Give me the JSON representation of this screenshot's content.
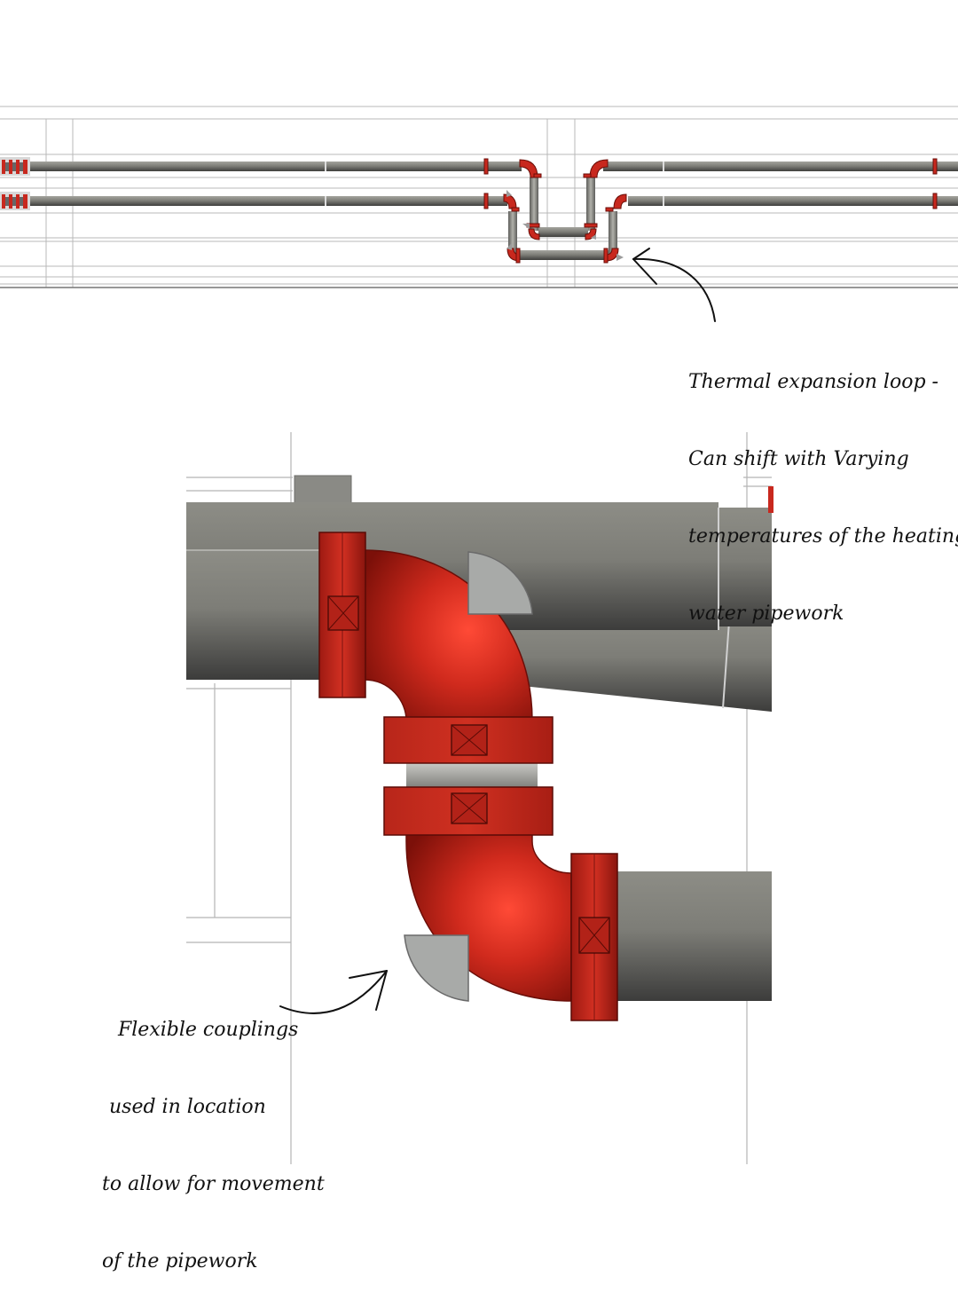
{
  "annotations": {
    "thermal_loop": {
      "lines": [
        "Thermal expansion loop -",
        "Can shift with Varying",
        "temperatures of the heating",
        "water pipework"
      ]
    },
    "flexible_couplings": {
      "lines": [
        "Flexible couplings",
        "used in location",
        "to allow for movement",
        "of the pipework"
      ]
    }
  },
  "colors": {
    "pipe_grey": "#8a8a84",
    "pipe_dark": "#4a4a48",
    "coupling_red": "#c8281e",
    "coupling_dark": "#7a130e",
    "bracket_grey": "#a8aaa8",
    "line_grey": "#b8b8b8"
  },
  "icons": {
    "arrow_top": "curved-arrow-icon",
    "arrow_bottom": "curved-arrow-icon"
  }
}
